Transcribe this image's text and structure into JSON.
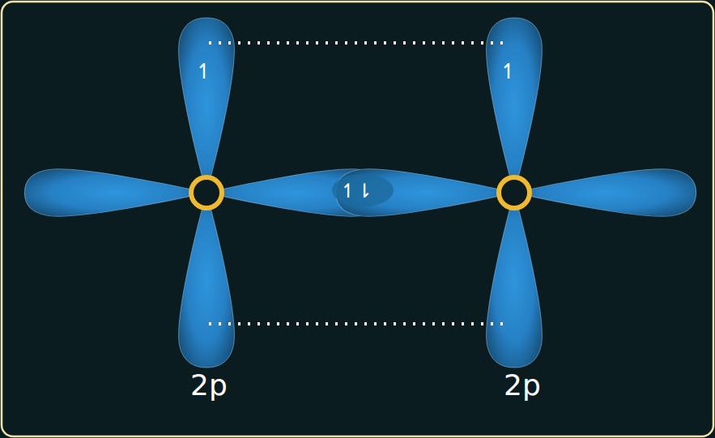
{
  "diagram": {
    "labels": [
      "↿",
      "↿",
      "↿⇂",
      "2p",
      "2p"
    ]
  }
}
